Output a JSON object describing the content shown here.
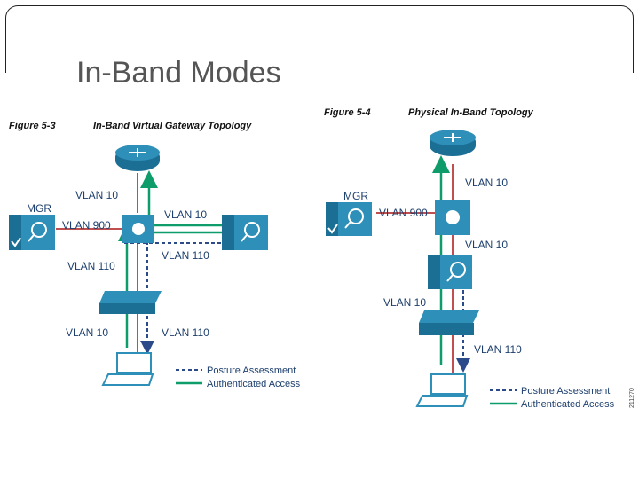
{
  "slide": {
    "title": "In-Band Modes"
  },
  "figures": [
    {
      "number": "Figure 5-3",
      "title": "In-Band Virtual Gateway Topology",
      "labels": {
        "vlan10_top": "VLAN 10",
        "mgr": "MGR",
        "vlan900": "VLAN 900",
        "vlan10_mid": "VLAN 10",
        "vlan110_mid": "VLAN 110",
        "vlan110_left": "VLAN 110",
        "vlan10_low": "VLAN 10",
        "vlan110_low": "VLAN 110"
      },
      "legend": {
        "posture": "Posture Assessment",
        "auth": "Authenticated Access"
      }
    },
    {
      "number": "Figure 5-4",
      "title": "Physical In-Band Topology",
      "labels": {
        "vlan10_top": "VLAN 10",
        "mgr": "MGR",
        "vlan900": "VLAN 900",
        "vlan10_mid": "VLAN 10",
        "vlan10_low": "VLAN 10",
        "vlan110_low": "VLAN 110"
      },
      "legend": {
        "posture": "Posture Assessment",
        "auth": "Authenticated Access"
      },
      "side_number": "211270"
    }
  ],
  "colors": {
    "green": "#0e9c6a",
    "blue": "#2a4a8a",
    "device": "#2e8fb8",
    "device_dark": "#1c6f94",
    "label": "#1d3f6e"
  }
}
